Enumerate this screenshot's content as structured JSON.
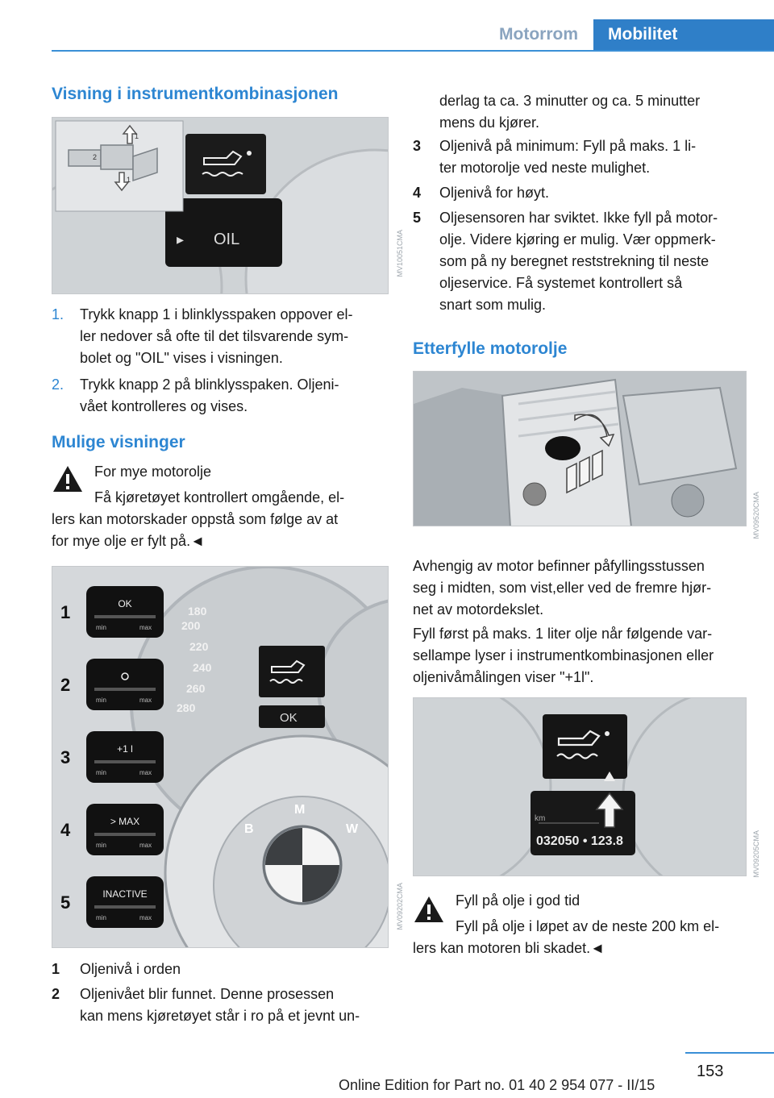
{
  "header": {
    "tab_section": "Motorrom",
    "tab_active": "Mobilitet"
  },
  "left": {
    "h1": "Visning i instrumentkombinasjonen",
    "figure1": {
      "code": "MV10051CMA",
      "oil_label": "OIL"
    },
    "steps": [
      {
        "num": "1.",
        "lines": [
          "Trykk knapp 1 i blinklysspaken oppover el-",
          "ler nedover så ofte til det tilsvarende sym-",
          "bolet og \"OIL\" vises i visningen."
        ]
      },
      {
        "num": "2.",
        "lines": [
          "Trykk knapp 2 på blinklysspaken. Oljeni-",
          "vået kontrolleres og vises."
        ]
      }
    ],
    "h2": "Mulige visninger",
    "warning": {
      "title": "For mye motorolje",
      "lines": [
        "Få kjøretøyet kontrollert omgående, el-",
        "lers kan motorskader oppstå som følge av at",
        "for mye olje er fylt på.◄"
      ]
    },
    "figure2": {
      "code": "MV09202CMA",
      "panel_numbers": [
        "1",
        "2",
        "3",
        "4",
        "5"
      ],
      "panel_labels": [
        "OK",
        "",
        "+1 l",
        "> MAX",
        "INACTIVE"
      ],
      "scale_min": "min",
      "scale_max": "max",
      "speeds": [
        "180",
        "200",
        "220",
        "240",
        "260",
        "280"
      ],
      "ok_text": "OK"
    },
    "items": [
      {
        "num": "1",
        "lines": [
          "Oljenivå i orden"
        ]
      },
      {
        "num": "2",
        "lines": [
          "Oljenivået blir funnet. Denne prosessen",
          "kan mens kjøretøyet står i ro på et jevnt un-"
        ]
      }
    ]
  },
  "right": {
    "cont_lines": [
      "derlag ta ca. 3 minutter og ca. 5 minutter",
      "mens du kjører."
    ],
    "items": [
      {
        "num": "3",
        "lines": [
          "Oljenivå på minimum: Fyll på maks. 1 li-",
          "ter motorolje ved neste mulighet."
        ]
      },
      {
        "num": "4",
        "lines": [
          "Oljenivå for høyt."
        ]
      },
      {
        "num": "5",
        "lines": [
          "Oljesensoren har sviktet. Ikke fyll på motor-",
          "olje. Videre kjøring er mulig. Vær oppmerk-",
          "som på ny beregnet reststrekning til neste",
          "oljeservice. Få systemet kontrollert så",
          "snart som mulig."
        ]
      }
    ],
    "h1": "Etterfylle motorolje",
    "figure3": {
      "code": "MV09520CMA"
    },
    "para1": [
      "Avhengig av motor befinner påfyllingsstussen",
      "seg i midten, som vist,eller ved de fremre hjør-",
      "net av motordekslet."
    ],
    "para2": [
      "Fyll først på maks. 1 liter olje når følgende var-",
      "sellampe lyser i instrumentkombinasjonen eller",
      "oljenivåmålingen viser \"+1l\"."
    ],
    "figure4": {
      "code": "MV09205CMA",
      "odometer": "032050 • 123.8",
      "km": "km"
    },
    "warning": {
      "title": "Fyll på olje i god tid",
      "lines": [
        "Fyll på olje i løpet av de neste 200 km el-",
        "lers kan motoren bli skadet.◄"
      ]
    }
  },
  "footer": {
    "page_number": "153",
    "edition": "Online Edition for Part no. 01 40 2 954 077 - II/15"
  }
}
